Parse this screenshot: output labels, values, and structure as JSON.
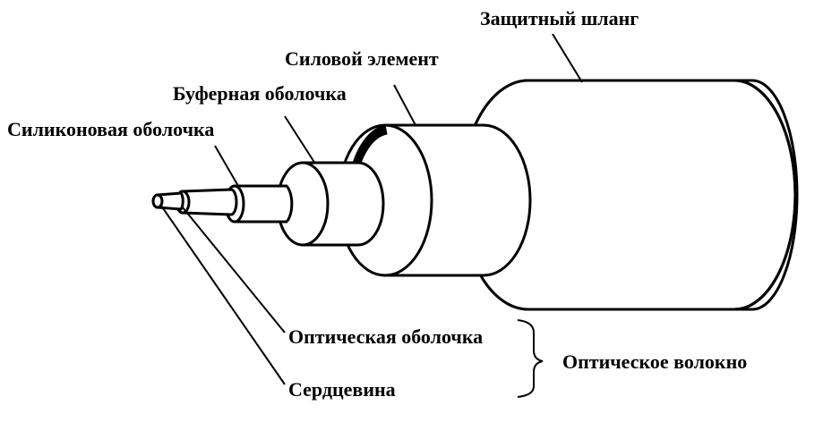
{
  "diagram": {
    "labels": {
      "protective_hose": "Защитный шланг",
      "strength_member": "Силовой элемент",
      "buffer_coating": "Буферная оболочка",
      "silicone_coating": "Силиконовая оболочка",
      "optical_cladding": "Оптическая оболочка",
      "core": "Сердцевина",
      "optical_fiber": "Оптическое волокно"
    }
  }
}
